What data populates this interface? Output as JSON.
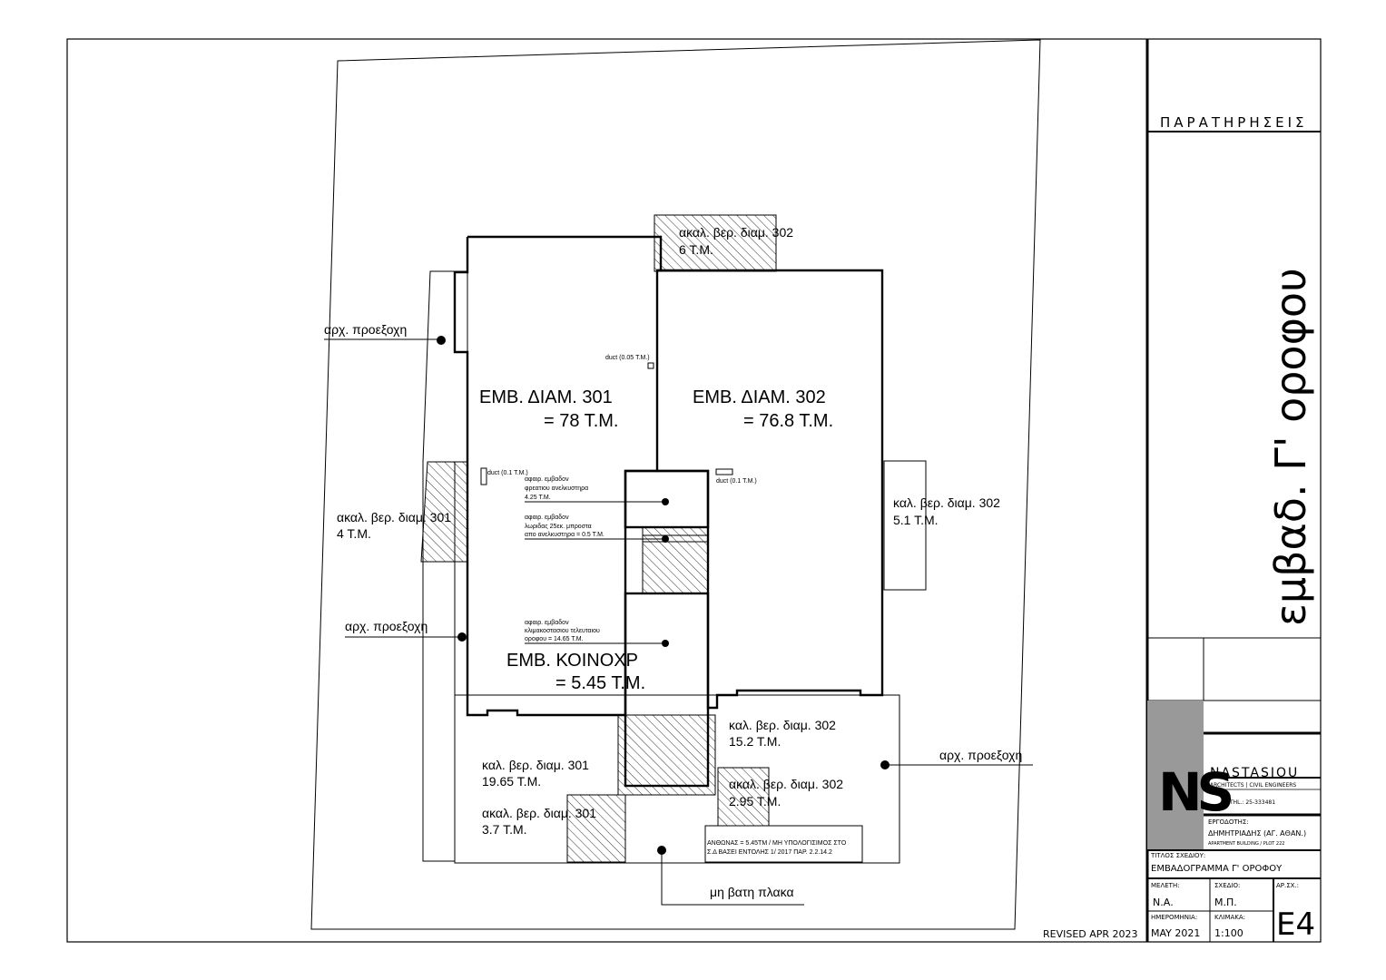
{
  "colors": {
    "ink": "#000000",
    "paper": "#ffffff",
    "logo_panel": "#999999"
  },
  "plan": {
    "projections": [
      {
        "label": "αρχ. προεξοχη"
      },
      {
        "label": "αρχ. προεξοχη"
      },
      {
        "label": "αρχ. προεξοχη"
      }
    ],
    "apt301": {
      "title": "ΕΜΒ.  ΔΙΑΜ. 301",
      "area": "= 78 Τ.Μ."
    },
    "apt302": {
      "title": "ΕΜΒ.  ΔΙΑΜ. 302",
      "area": "= 76.8 Τ.Μ."
    },
    "common": {
      "title": "ΕΜΒ.  ΚΟΙΝΟΧΡ",
      "area": "= 5.45 Τ.Μ."
    },
    "ducts": [
      {
        "label": "duct (0.05 Τ.Μ.)"
      },
      {
        "label": "duct (0.1 Τ.Μ.)"
      },
      {
        "label": "duct (0.1 Τ.Μ.)"
      }
    ],
    "uncovered_302_top": {
      "line1": "ακαλ. βερ. διαμ. 302",
      "line2": "6 Τ.Μ."
    },
    "uncovered_301_left": {
      "line1": "ακαλ. βερ. διαμ. 301",
      "line2": "4 Τ.Μ."
    },
    "uncovered_302_right": {
      "line1": "καλ. βερ. διαμ. 302",
      "line2": "5.1 Τ.Μ."
    },
    "covered_302_bottom": {
      "line1": "καλ. βερ. διαμ. 302",
      "line2": "15.2 Τ.Μ."
    },
    "covered_301_bottom": {
      "line1": "καλ. βερ. διαμ. 301",
      "line2": "19.65 Τ.Μ."
    },
    "uncovered_301_bottom": {
      "line1": "ακαλ. βερ. διαμ. 301",
      "line2": "3.7 Τ.Μ."
    },
    "uncovered_302_bottom": {
      "line1": "ακαλ. βερ. διαμ. 302",
      "line2": "2.95 Τ.Μ."
    },
    "note_shaft": {
      "l1": "αφαιρ. εμβαδον",
      "l2": "φρεατιου ανελκυστηρα",
      "l3": "4.25 Τ.Μ."
    },
    "note_strip": {
      "l1": "αφαιρ. εμβαδον",
      "l2": "λωριδας 25εκ. μπροστα",
      "l3": "απο ανελκυστηρα = 0.5 Τ.Μ."
    },
    "note_stair": {
      "l1": "αφαιρ. εμβαδον",
      "l2": "κλιμακοστασιου τελευταιου",
      "l3": "οροφου = 14.65 Τ.Μ."
    },
    "stair_note": {
      "l1": "ΑΝΘΩΝΑΣ = 5.45ΤΜ / ΜΗ ΥΠΟΛΟΓΙΣΙΜΟΣ ΣΤΟ",
      "l2": "Σ.Δ ΒΑΣΕΙ ΕΝΤΟΛΗΣ 1/ 2017 ΠΑΡ. 2.2.14.2"
    },
    "slab_label": "μη βατη πλακα",
    "revision": "REVISED APR 2023"
  },
  "titleblock": {
    "remarks_header": "ΠΑΡΑΤΗΡΗΣΕΙΣ",
    "vertical_title": "εμβαδ. Γ' οροφου",
    "logo_letters": "NS",
    "firm_name": "NASTASIOU",
    "firm_tagline": "ARCHITECTS | CIVIL ENGINEERS",
    "firm_tel": "ΤΗL.: 25-333481",
    "client_label": "ΕΡΓΟΔΟΤΗΣ:",
    "client_name": "ΔΗΜΗΤΡΙΑΔΗΣ (ΑΓ. ΑΘΑΝ.)",
    "project": "APARTMENT BUILDING / PLOT 222",
    "drawing_title_label": "ΤΙΤΛΟΣ ΣΧΕΔΙΟΥ:",
    "drawing_title": "ΕΜΒΑΔΟΓΡΑΜΜΑ Γ' ΟΡΟΦΟΥ",
    "study_label": "ΜΕΛΕΤΗ:",
    "study_value": "Ν.Α.",
    "drawn_label": "ΣΧΕΔΙΟ:",
    "drawn_value": "Μ.Π.",
    "number_label": "ΑΡ.ΣΧ.:",
    "number_value": "Ε4",
    "date_label": "ΗΜΕΡΟΜΗΝΙΑ:",
    "date_value": "MAY 2021",
    "scale_label": "ΚΛΙΜΑΚΑ:",
    "scale_value": "1:100"
  }
}
